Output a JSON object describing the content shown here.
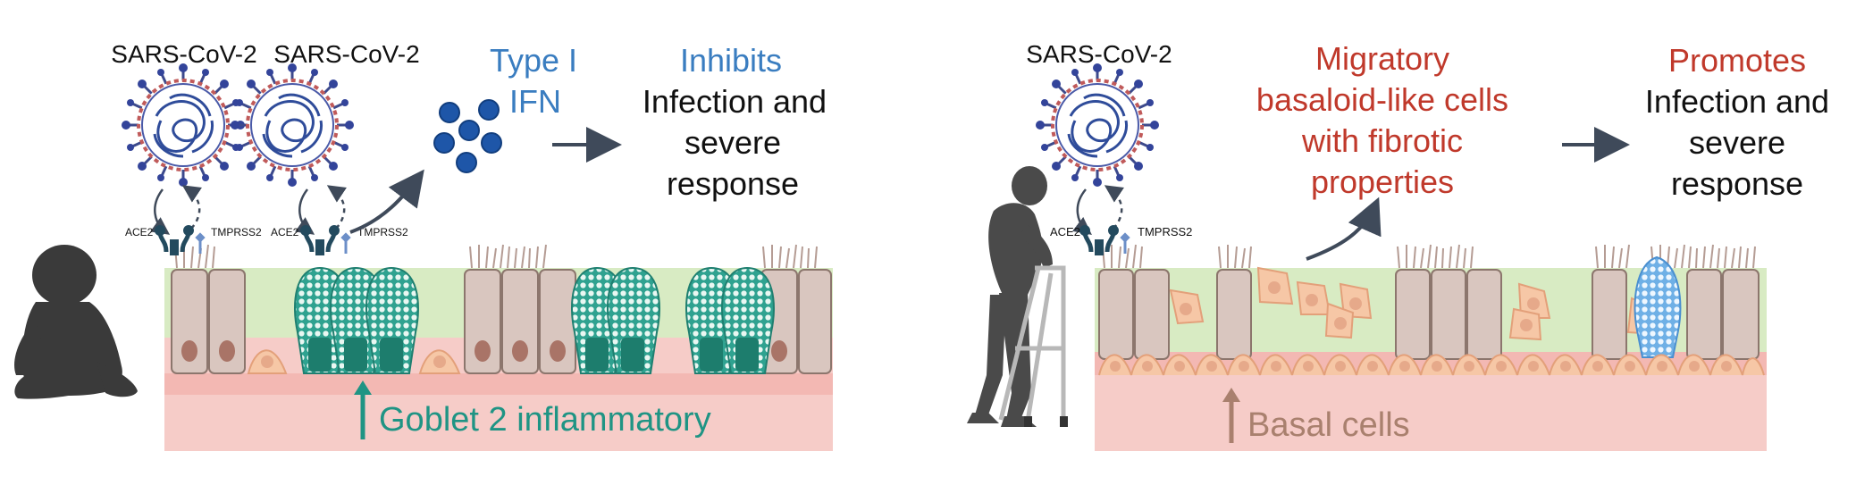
{
  "left_panel": {
    "virus_labels": [
      "SARS-CoV-2",
      "SARS-CoV-2"
    ],
    "receptor_labels": {
      "ace2_a": "ACE2",
      "tmprss2_a": "TMPRSS2",
      "ace2_b": "ACE2",
      "tmprss2_b": "TMPRSS2"
    },
    "ifn_label_line1": "Type I",
    "ifn_label_line2": "IFN",
    "effect_word": "Inhibits",
    "outcome_line1": "Infection and",
    "outcome_line2": "severe",
    "outcome_line3": "response",
    "cell_label": "Goblet 2 inflammatory"
  },
  "right_panel": {
    "virus_label": "SARS-CoV-2",
    "receptor_labels": {
      "ace2": "ACE2",
      "tmprss2": "TMPRSS2"
    },
    "cell_type_line1": "Migratory",
    "cell_type_line2": "basaloid-like cells",
    "cell_type_line3": "with fibrotic",
    "cell_type_line4": "properties",
    "effect_word": "Promotes",
    "outcome_line1": "Infection and",
    "outcome_line2": "severe",
    "outcome_line3": "response",
    "cell_label": "Basal cells"
  },
  "colors": {
    "blue_text": "#3a7dc0",
    "red_text": "#c0392b",
    "teal": "#1f9484",
    "brown": "#a9806e",
    "mucosa": "#f7d3cf",
    "lumen": "#d8ebc3"
  }
}
